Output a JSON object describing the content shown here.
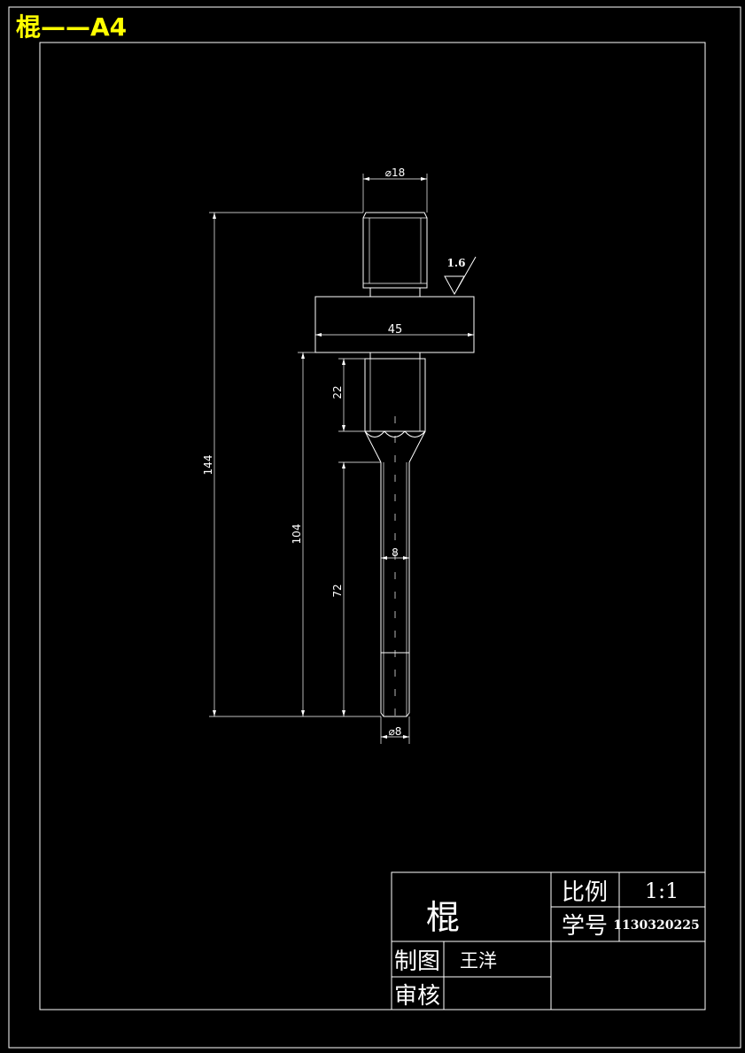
{
  "sheet": {
    "title": "棍——A4",
    "title_color": "#ffff00",
    "background": "#000000",
    "line_color": "#ffffff"
  },
  "dimensions": {
    "top_diameter": "⌀18",
    "flange_width": "45",
    "total_length": "144",
    "lower_length": "104",
    "upper_section": "22",
    "shaft_length": "72",
    "shaft_diameter": "8",
    "bottom_diameter": "⌀8"
  },
  "surface_finish": "1.6",
  "title_block": {
    "part_name": "棍",
    "scale_label": "比例",
    "scale_value": "1:1",
    "student_id_label": "学号",
    "student_id": "1130320225",
    "drawn_by_label": "制图",
    "drawn_by": "王洋",
    "checked_by_label": "审核",
    "checked_by": ""
  }
}
